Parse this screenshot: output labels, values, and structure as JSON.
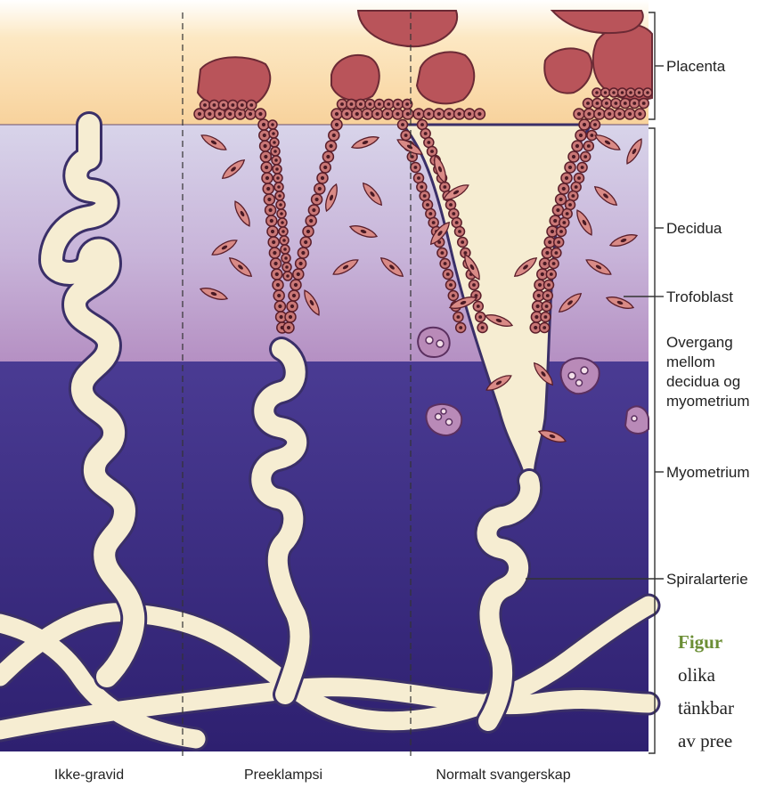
{
  "diagram": {
    "layers": [
      {
        "name": "Placenta"
      },
      {
        "name": "Decidua"
      },
      {
        "name": "Trofoblast"
      },
      {
        "name": "Overgang mellom decidua og myometrium"
      },
      {
        "name": "Myometrium"
      },
      {
        "name": "Spiralarterie"
      }
    ],
    "labels": {
      "placenta": "Placenta",
      "decidua": "Decidua",
      "trofoblast": "Trofoblast",
      "overgang_line1": "Overgang",
      "overgang_line2": "mellom",
      "overgang_line3": "decidua og",
      "overgang_line4": "myometrium",
      "myometrium": "Myometrium",
      "spiralarterie": "Spiralarterie"
    },
    "columns": {
      "col1": "Ikke-gravid",
      "col2": "Preeklampsi",
      "col3": "Normalt svangerskap"
    },
    "colors": {
      "placenta_layer": "#f9dcab",
      "decidua_layer": "#c7b6dc",
      "myometrium_layer": "#3c2f86",
      "artery": "#f6edd2",
      "trophoblast_cell": "#c97776",
      "placenta_villus": "#b9545a",
      "caption_accent": "#6b8e35"
    }
  },
  "caption": {
    "figur": "Figur",
    "line1": "olika",
    "line2": "tänkbar",
    "line3": "av pree"
  }
}
